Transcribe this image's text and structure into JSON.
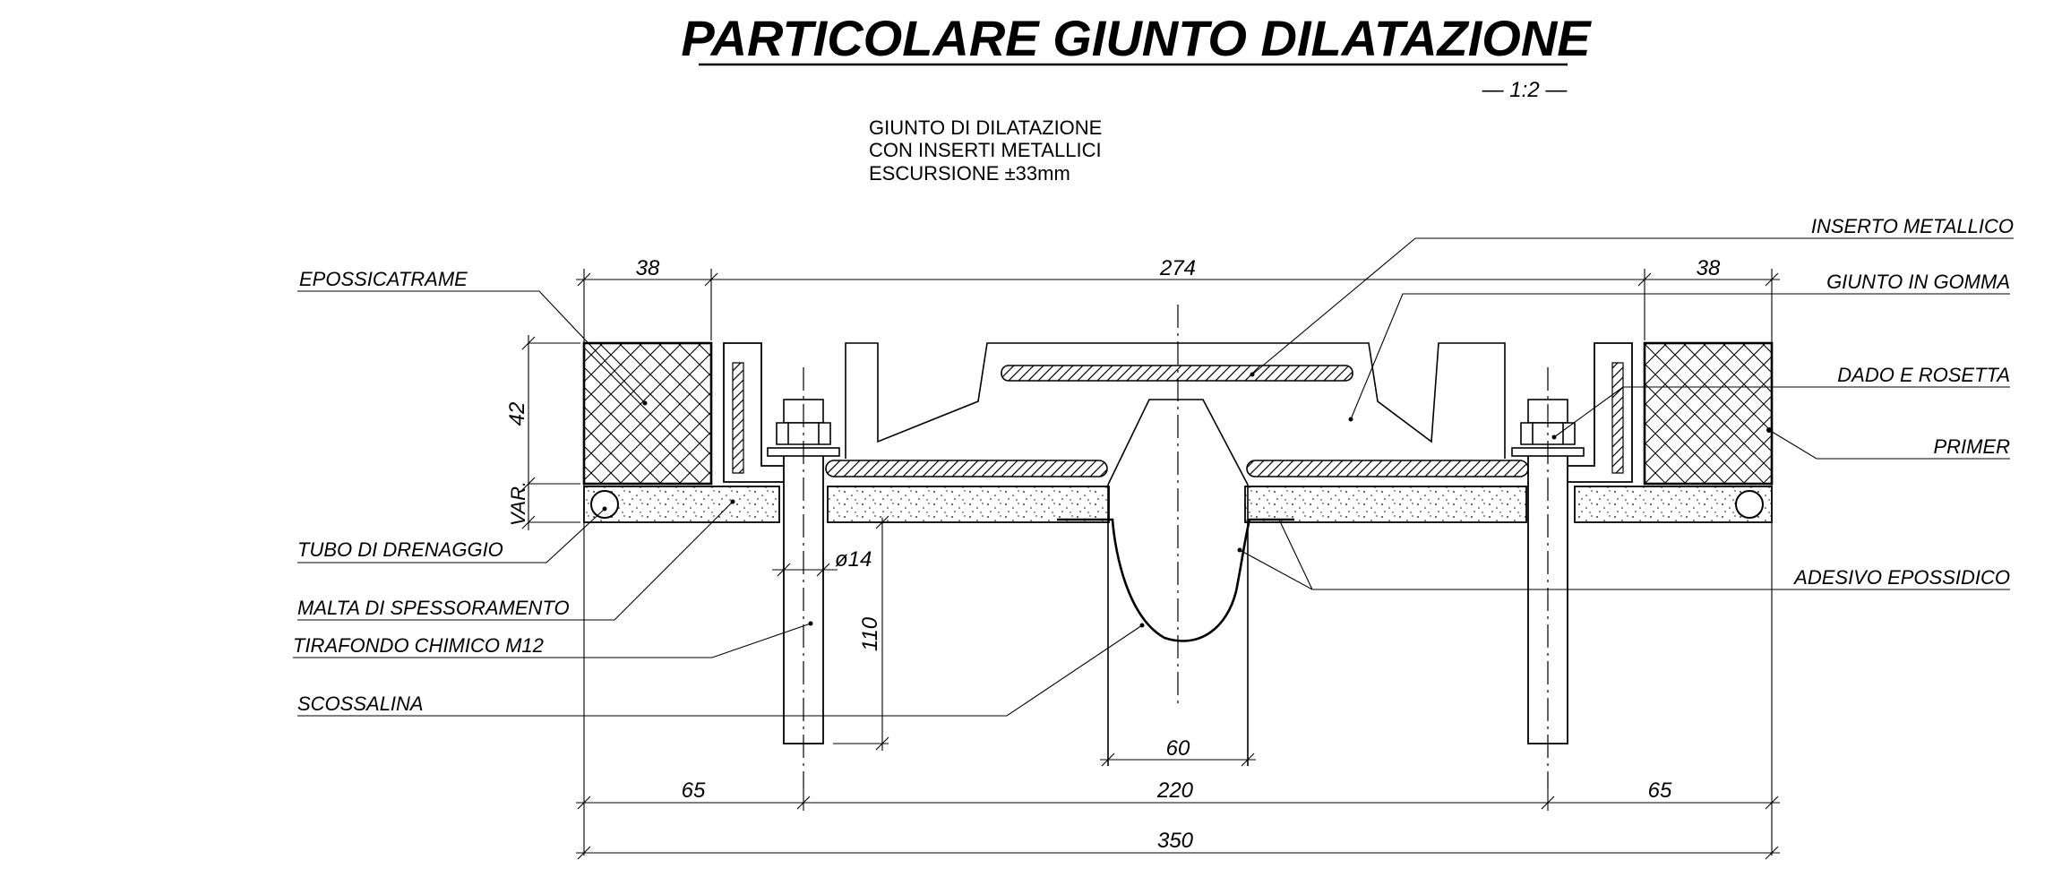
{
  "title": "PARTICOLARE GIUNTO DILATAZIONE",
  "scale": "— 1:2 —",
  "note": {
    "line1": "GIUNTO DI DILATAZIONE",
    "line2": "CON INSERTI METALLICI",
    "line3": "ESCURSIONE ±33mm"
  },
  "labels": {
    "epossicatrame": "EPOSSICATRAME",
    "tubo_drenaggio": "TUBO DI DRENAGGIO",
    "malta": "MALTA DI SPESSORAMENTO",
    "tirafondo": "TIRAFONDO CHIMICO M12",
    "scossalina": "SCOSSALINA",
    "inserto": "INSERTO METALLICO",
    "giunto_gomma": "GIUNTO IN GOMMA",
    "dado": "DADO E ROSETTA",
    "primer": "PRIMER",
    "adesivo": "ADESIVO EPOSSIDICO"
  },
  "dimensions": {
    "top_left": "38",
    "top_mid": "274",
    "top_right": "38",
    "height_block": "42",
    "var": "VAR.",
    "diam": "ø14",
    "depth": "110",
    "gap": "60",
    "bot_left": "65",
    "bot_mid": "220",
    "bot_right": "65",
    "total": "350"
  }
}
